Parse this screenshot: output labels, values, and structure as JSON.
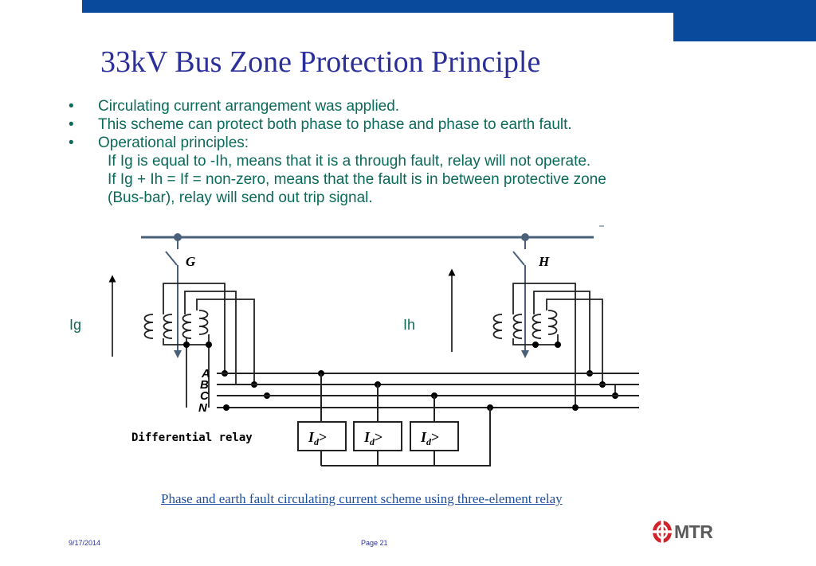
{
  "slide": {
    "title": "33kV Bus Zone Protection Principle",
    "bullets": [
      {
        "marker": "•",
        "text": "Circulating current arrangement was applied."
      },
      {
        "marker": "•",
        "text": "This scheme can protect both phase to phase and phase to earth fault."
      },
      {
        "marker": "•",
        "text": "Operational principles:"
      }
    ],
    "sub_lines": [
      "If Ig is equal to -Ih, means that it is a through fault, relay will not operate.",
      "If Ig + Ih = If = non-zero, means that the fault is in between protective zone",
      "(Bus-bar), relay will send out trip signal."
    ]
  },
  "diagram": {
    "breaker_left": "G",
    "breaker_right": "H",
    "current_left": "Ig",
    "current_right": "Ih",
    "phase_labels": [
      "A",
      "B",
      "C",
      "N"
    ],
    "relay_label": "Differential relay",
    "relay_elements": [
      {
        "main": "I",
        "sub": "d",
        "suffix": ">"
      },
      {
        "main": "I",
        "sub": "d",
        "suffix": ">"
      },
      {
        "main": "I",
        "sub": "d",
        "suffix": ">"
      }
    ]
  },
  "caption": "Phase and earth fault circulating current scheme using three-element relay",
  "footer": {
    "date": "9/17/2014",
    "page": "Page 21",
    "logo_text": "MTR"
  },
  "colors": {
    "brand_blue": "#0a4a9c",
    "title": "#2b2f9a",
    "body_text": "#0b6a5a",
    "diagram_bus": "#4a6078",
    "logo_red": "#d2232a"
  }
}
